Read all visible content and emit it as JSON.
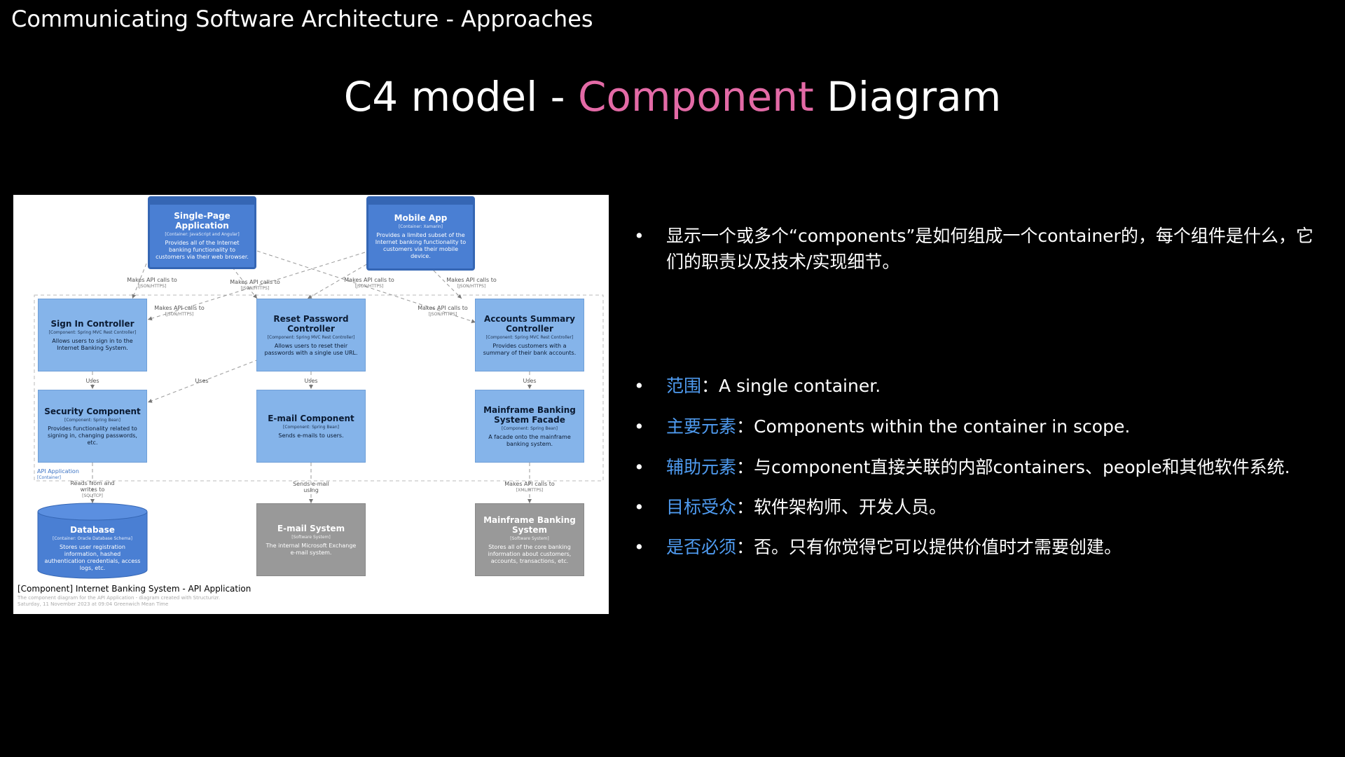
{
  "deck_title": "Communicating Software Architecture - Approaches",
  "main_title": {
    "prefix": "C4 model - ",
    "accent": "Component",
    "suffix": " Diagram"
  },
  "colors": {
    "accent": "#e36aa6",
    "key": "#4f9bf0",
    "component": "#85b4ea",
    "container": "#4a7fd3",
    "external": "#999999"
  },
  "diagram": {
    "nodes": [
      {
        "id": "spa",
        "title": "Single-Page Application",
        "type": "[Container: JavaScript and Angular]",
        "desc": "Provides all of the Internet banking functionality to customers via their web browser."
      },
      {
        "id": "mobile",
        "title": "Mobile App",
        "type": "[Container: Xamarin]",
        "desc": "Provides a limited subset of the Internet banking functionality to customers via their mobile device."
      },
      {
        "id": "signin",
        "title": "Sign In Controller",
        "type": "[Component: Spring MVC Rest Controller]",
        "desc": "Allows users to sign in to the Internet Banking System."
      },
      {
        "id": "reset",
        "title": "Reset Password Controller",
        "type": "[Component: Spring MVC Rest Controller]",
        "desc": "Allows users to reset their passwords with a single use URL."
      },
      {
        "id": "accounts",
        "title": "Accounts Summary Controller",
        "type": "[Component: Spring MVC Rest Controller]",
        "desc": "Provides customers with a summary of their bank accounts."
      },
      {
        "id": "security",
        "title": "Security Component",
        "type": "[Component: Spring Bean]",
        "desc": "Provides functionality related to signing in, changing passwords, etc."
      },
      {
        "id": "email",
        "title": "E-mail Component",
        "type": "[Component: Spring Bean]",
        "desc": "Sends e-mails to users."
      },
      {
        "id": "facade",
        "title": "Mainframe Banking System Facade",
        "type": "[Component: Spring Bean]",
        "desc": "A facade onto the mainframe banking system."
      },
      {
        "id": "database",
        "title": "Database",
        "type": "[Container: Oracle Database Schema]",
        "desc": "Stores user registration information, hashed authentication credentials, access logs, etc."
      },
      {
        "id": "emailsys",
        "title": "E-mail System",
        "type": "[Software System]",
        "desc": "The internal Microsoft Exchange e-mail system."
      },
      {
        "id": "mainframe",
        "title": "Mainframe Banking System",
        "type": "[Software System]",
        "desc": "Stores all of the core banking information about customers, accounts, transactions, etc."
      }
    ],
    "edge_labels": [
      {
        "text": "Makes API calls to",
        "tech": "[JSON/HTTPS]"
      },
      {
        "text": "Makes API calls to",
        "tech": "[JSON/HTTPS]"
      },
      {
        "text": "Makes API calls to",
        "tech": "[JSON/HTTPS]"
      },
      {
        "text": "Makes API calls to",
        "tech": "[JSON/HTTPS]"
      },
      {
        "text": "Makes API calls to",
        "tech": "[JSON/HTTPS]"
      },
      {
        "text": "Makes API calls to",
        "tech": "[JSON/HTTPS]"
      },
      {
        "text": "Uses",
        "tech": ""
      },
      {
        "text": "Uses",
        "tech": ""
      },
      {
        "text": "Uses",
        "tech": ""
      },
      {
        "text": "Uses",
        "tech": ""
      },
      {
        "text": "Reads from and writes to",
        "tech": "[SQL/TCP]"
      },
      {
        "text": "Sends e-mail using",
        "tech": ""
      },
      {
        "text": "Makes API calls to",
        "tech": "[XML/HTTPS]"
      }
    ],
    "boundary": {
      "name": "API Application",
      "type": "[Container]"
    },
    "caption": "[Component] Internet Banking System - API Application",
    "subcaption": [
      "The component diagram for the API Application - diagram created with Structurizr.",
      "Saturday, 11 November 2023 at 09:04 Greenwich Mean Time"
    ]
  },
  "bullets": [
    {
      "key": "",
      "sep": "",
      "text": "显示一个或多个“components”是如何组成一个container的，每个组件是什么，它们的职责以及技术/实现细节。"
    },
    {
      "key": "范围",
      "sep": "：",
      "text": "A single container."
    },
    {
      "key": "主要元素",
      "sep": "：",
      "text": "Components within the container in scope."
    },
    {
      "key": "辅助元素",
      "sep": "：",
      "text": "与component直接关联的内部containers、people和其他软件系统."
    },
    {
      "key": "目标受众",
      "sep": "：",
      "text": "软件架构师、开发人员。"
    },
    {
      "key": "是否必须",
      "sep": "：",
      "text": "否。只有你觉得它可以提供价值时才需要创建。"
    }
  ]
}
